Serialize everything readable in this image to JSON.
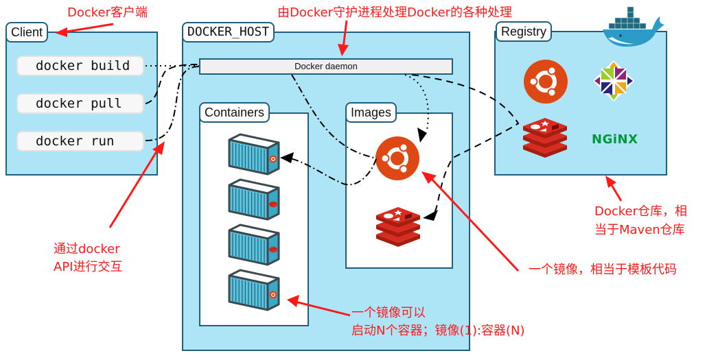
{
  "client": {
    "title": "Client",
    "commands": [
      "docker build",
      "docker pull",
      "docker run"
    ]
  },
  "host": {
    "title": "DOCKER_HOST",
    "daemon": "Docker daemon",
    "containers_title": "Containers",
    "images_title": "Images",
    "containers": [
      {
        "icon": "ubuntu-icon"
      },
      {
        "icon": "redis-icon"
      },
      {
        "icon": "redis-icon"
      },
      {
        "icon": "ubuntu-icon"
      }
    ],
    "images": [
      "ubuntu-logo",
      "redis-logo"
    ]
  },
  "registry": {
    "title": "Registry",
    "images": [
      "ubuntu-logo",
      "centos-logo",
      "redis-logo",
      "nginx-logo"
    ],
    "nginx_text": "NGiNX"
  },
  "annotations": {
    "client_note": "Docker客户端",
    "daemon_note": "由Docker守护进程处理Docker的各种处理",
    "api_note_line1": "通过docker",
    "api_note_line2": "API进行交互",
    "registry_note_line1": "Docker仓库，相",
    "registry_note_line2": "当于Maven仓库",
    "image_note": "一个镜像，相当于模板代码",
    "container_note_line1": "一个镜像可以",
    "container_note_line2": "启动N个容器；镜像(1):容器(N)"
  },
  "colors": {
    "panel_fill": "#aee5f6",
    "panel_border": "#1f5f7a",
    "annotation_red": "#ff1a1a",
    "ubuntu_orange": "#dd4814",
    "redis_red": "#d82c20",
    "nginx_green": "#009639"
  }
}
